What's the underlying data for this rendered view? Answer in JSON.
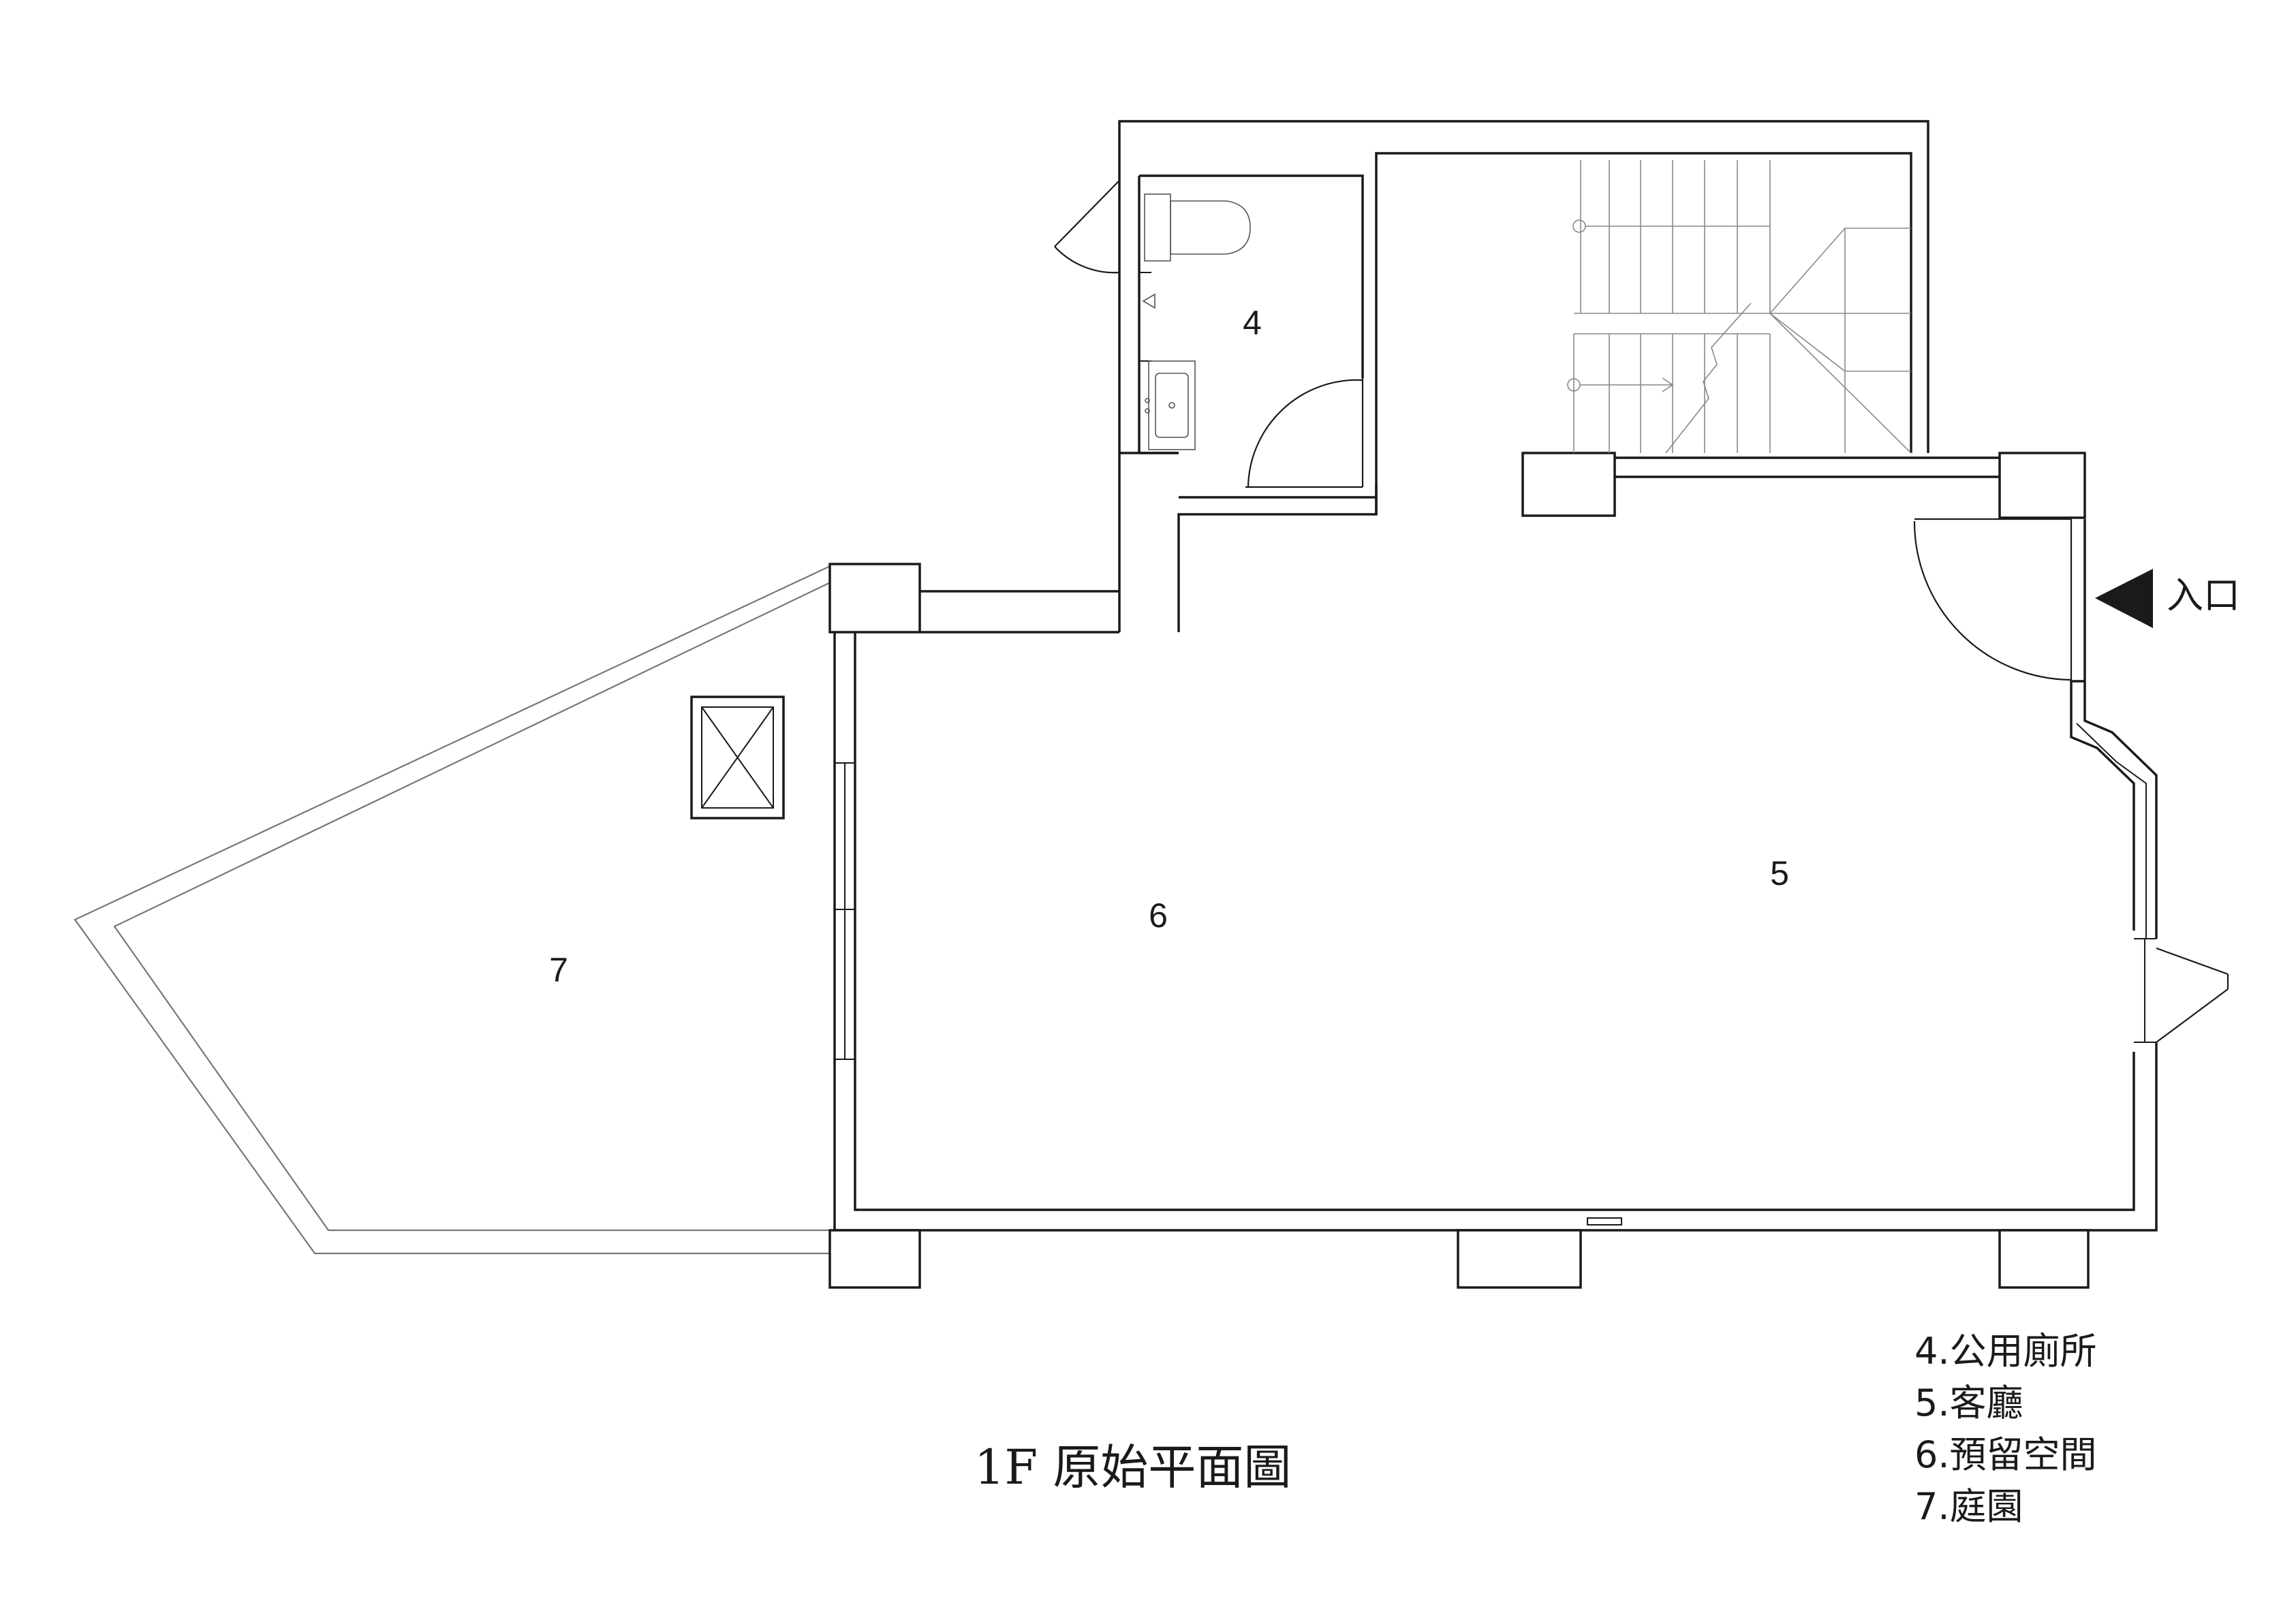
{
  "rooms": {
    "r4": "4",
    "r5": "5",
    "r6": "6",
    "r7": "7"
  },
  "entrance": {
    "label": "入口"
  },
  "legend": [
    {
      "text": "4.公用廁所"
    },
    {
      "text": "5.客廳"
    },
    {
      "text": "6.預留空間"
    },
    {
      "text": "7.庭園"
    }
  ],
  "title": "1F 原始平面圖"
}
